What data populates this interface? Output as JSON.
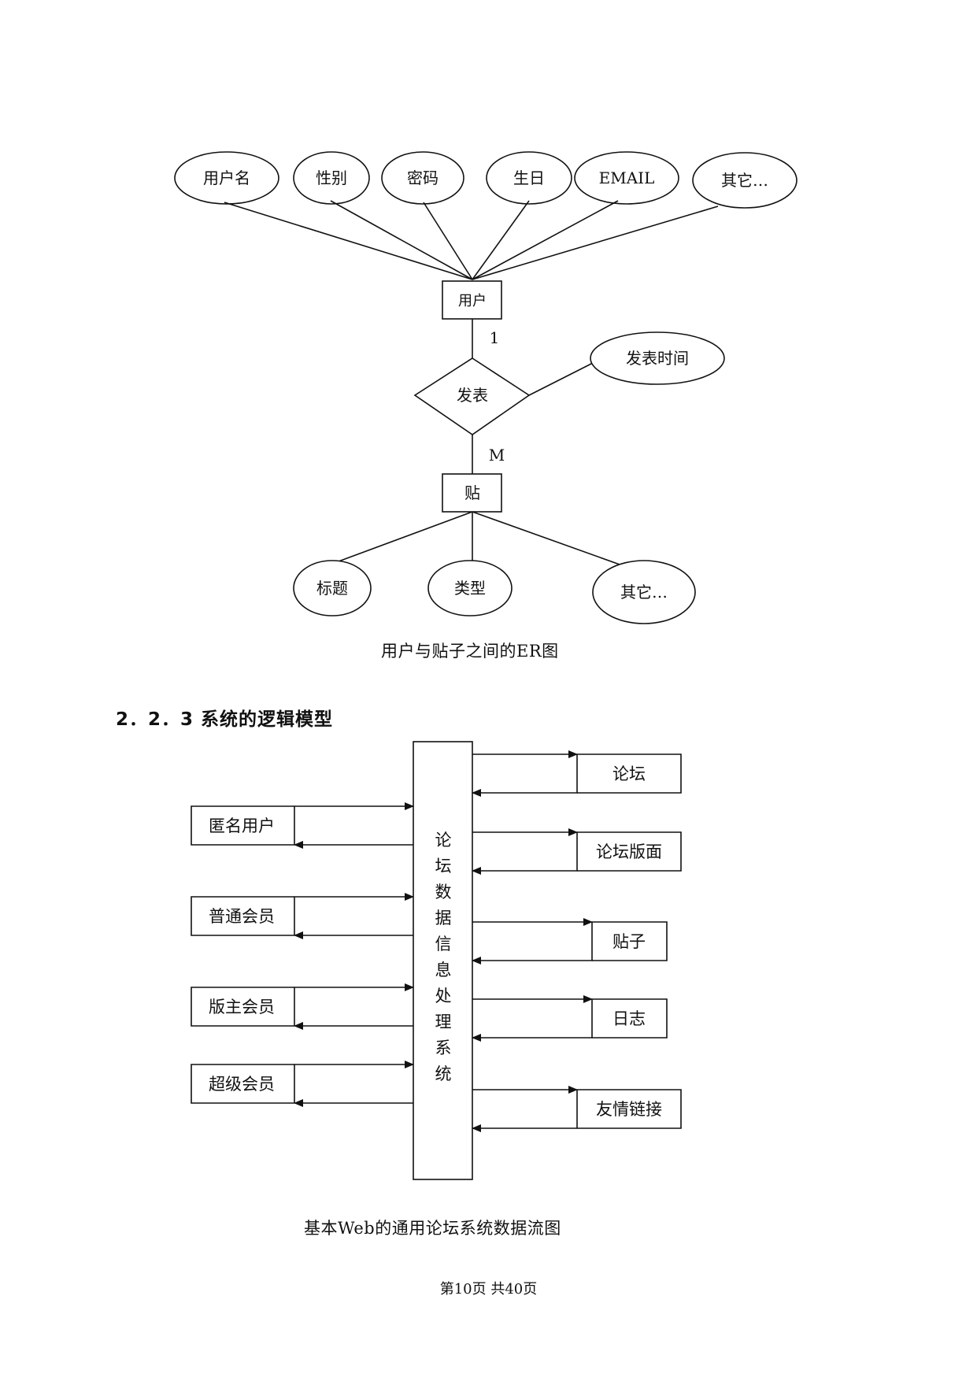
{
  "er_diagram": {
    "user_attributes": [
      "用户名",
      "性别",
      "密码",
      "生日",
      "EMAIL",
      "其它…"
    ],
    "user_entity": "用户",
    "relationship": "发表",
    "relationship_attribute": "发表时间",
    "cardinality_user": "1",
    "cardinality_post": "M",
    "post_entity": "贴",
    "post_attributes": [
      "标题",
      "类型",
      "其它…"
    ],
    "caption": "用户与贴子之间的ER图"
  },
  "section": {
    "heading": "2．2．3 系统的逻辑模型"
  },
  "dfd": {
    "center_chars": [
      "论",
      "坛",
      "数",
      "据",
      "信",
      "息",
      "处",
      "理",
      "系",
      "统"
    ],
    "left_actors": [
      "匿名用户",
      "普通会员",
      "版主会员",
      "超级会员"
    ],
    "right_stores": [
      "论坛",
      "论坛版面",
      "贴子",
      "日志",
      "友情链接"
    ],
    "caption": "基本Web的通用论坛系统数据流图"
  },
  "footer": {
    "text": "第10页 共40页"
  }
}
